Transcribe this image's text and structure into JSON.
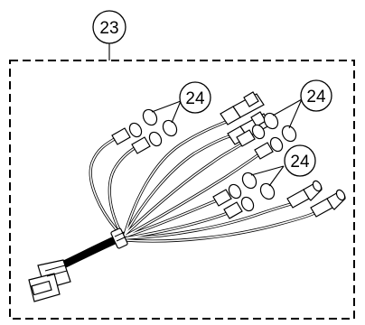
{
  "diagram": {
    "assembly_callout": "23",
    "part_callouts": [
      {
        "id": "upper-left",
        "label": "24"
      },
      {
        "id": "upper-right",
        "label": "24"
      },
      {
        "id": "middle-right",
        "label": "24"
      }
    ],
    "line_color": "#000000",
    "background_color": "#ffffff"
  }
}
